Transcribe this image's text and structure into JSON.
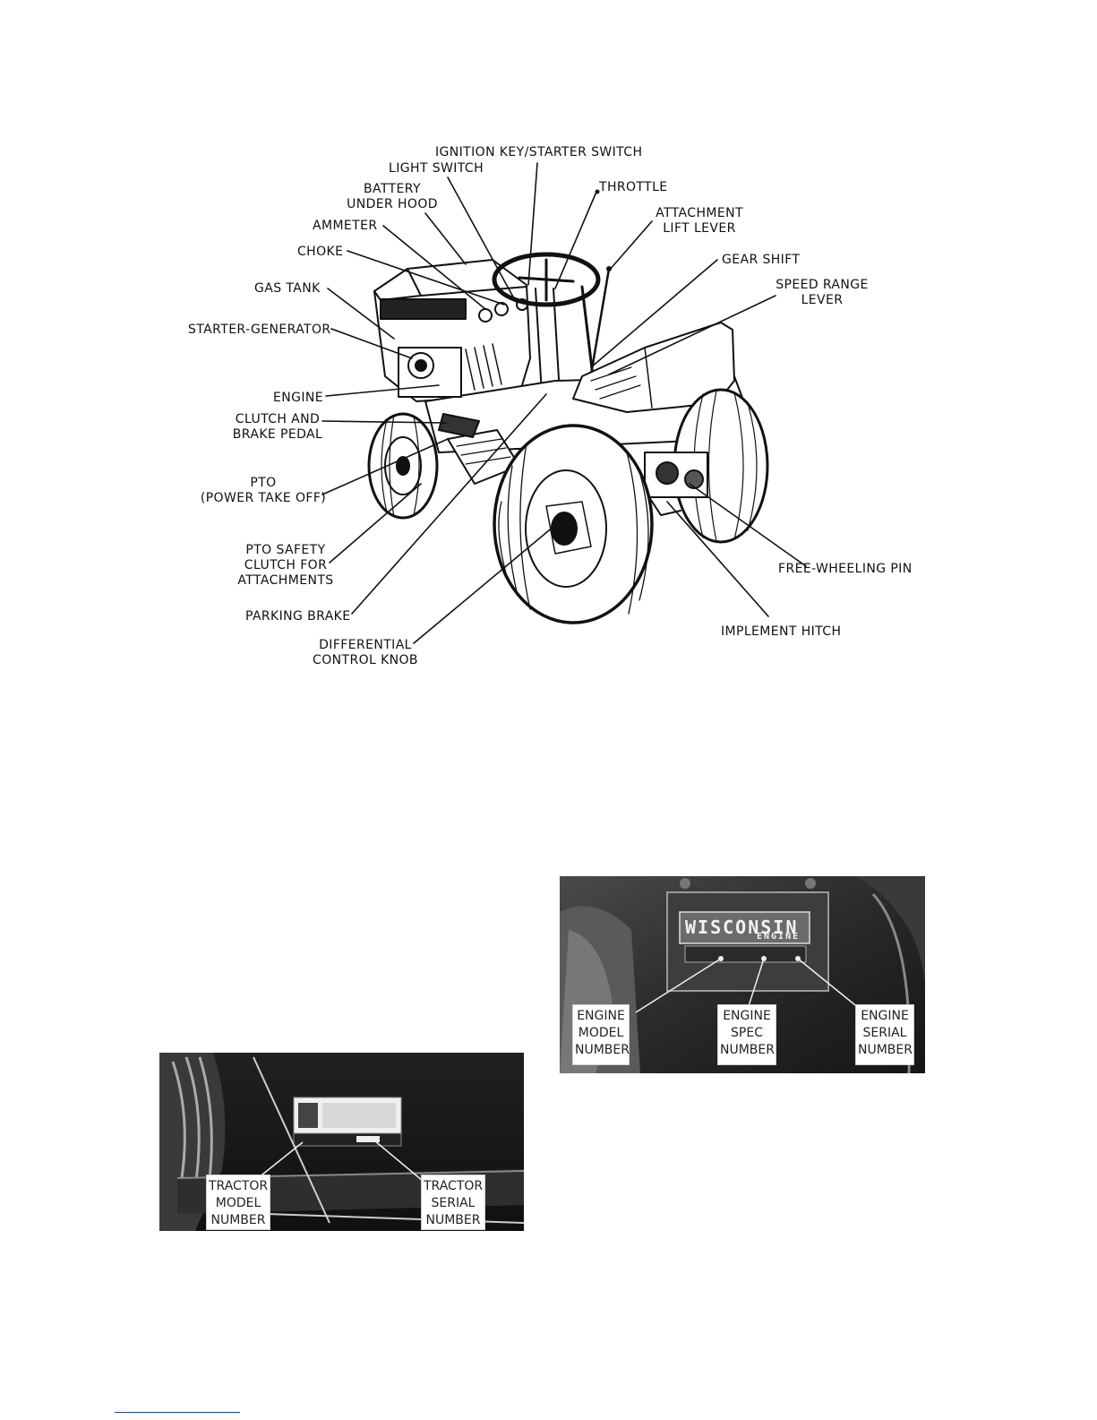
{
  "tractor_labels": {
    "ignition": "IGNITION KEY/STARTER SWITCH",
    "light_switch": "LIGHT SWITCH",
    "battery": [
      "BATTERY",
      "UNDER HOOD"
    ],
    "throttle": "THROTTLE",
    "attachment_lift": [
      "ATTACHMENT",
      "LIFT LEVER"
    ],
    "ammeter": "AMMETER",
    "choke": "CHOKE",
    "gear_shift": "GEAR SHIFT",
    "speed_range": [
      "SPEED RANGE",
      "LEVER"
    ],
    "gas_tank": "GAS TANK",
    "starter_generator": "STARTER-GENERATOR",
    "engine": "ENGINE",
    "clutch": [
      "CLUTCH AND",
      "BRAKE PEDAL"
    ],
    "pto": [
      "PTO",
      "(POWER TAKE OFF)"
    ],
    "pto_safety": [
      "PTO SAFETY",
      "CLUTCH FOR",
      "ATTACHMENTS"
    ],
    "free_wheeling": "FREE-WHEELING PIN",
    "parking_brake": "PARKING BRAKE",
    "implement_hitch": "IMPLEMENT HITCH",
    "differential": [
      "DIFFERENTIAL",
      "CONTROL KNOB"
    ]
  },
  "engine_photo": {
    "plate_brand": "WISCONSIN",
    "plate_sub": "ENGINE",
    "model": [
      "ENGINE",
      "MODEL",
      "NUMBER"
    ],
    "spec": [
      "ENGINE",
      "SPEC",
      "NUMBER"
    ],
    "serial": [
      "ENGINE",
      "SERIAL",
      "NUMBER"
    ]
  },
  "tractor_photo": {
    "model": [
      "TRACTOR",
      "MODEL",
      "NUMBER"
    ],
    "serial": [
      "TRACTOR",
      "SERIAL",
      "NUMBER"
    ]
  }
}
